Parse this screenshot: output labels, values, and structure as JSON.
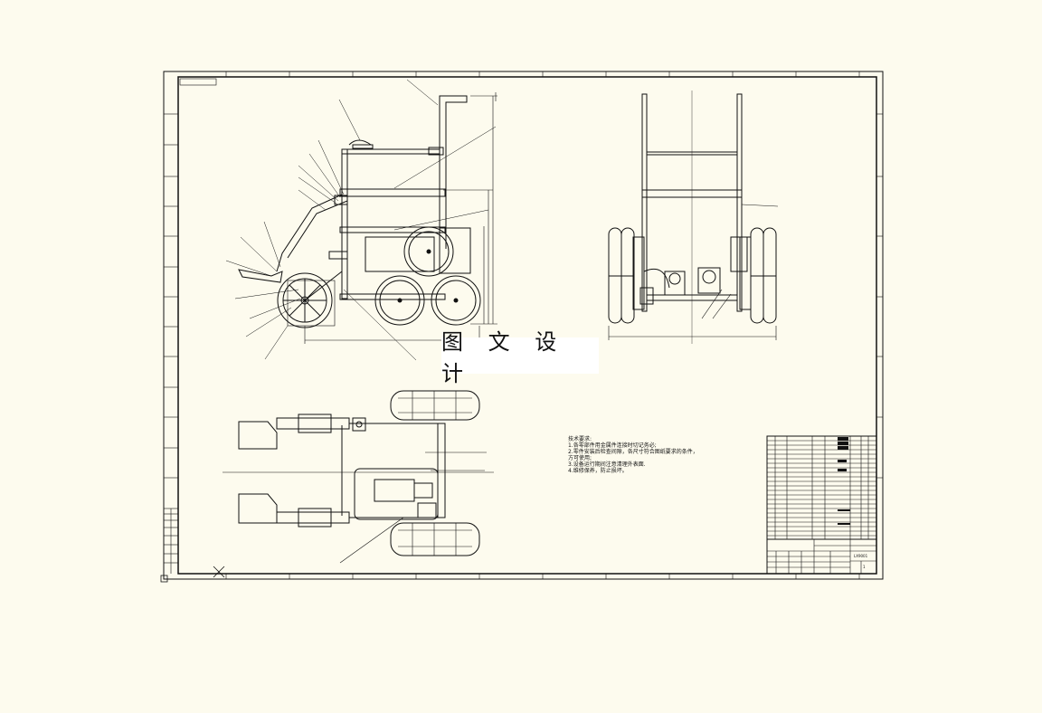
{
  "drawing": {
    "watermark": "图 文 设 计",
    "tech_notes": {
      "title": "技术要求:",
      "lines": [
        "1.各零部件用金属件连接时切记务必;",
        "2.零件安装后检查间隙，各尺寸符合图纸要求的条件，",
        "方可使用;",
        "3.设备运行期间注意清理外表面.",
        "4.维修保养，防止损坏。"
      ]
    },
    "title_block": {
      "drawing_code": "LX9001",
      "sheet": "1"
    }
  }
}
